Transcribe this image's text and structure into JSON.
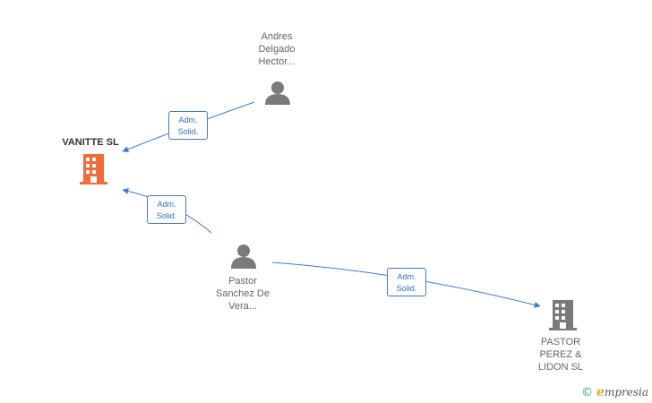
{
  "colors": {
    "edge": "#3a7bd5",
    "company_main": "#f26b3a",
    "company_other": "#7a7a7a",
    "person": "#7a7a7a"
  },
  "nodes": {
    "vanitte": {
      "label": "VANITTE SL",
      "icon": "building-icon"
    },
    "pastor_perez": {
      "label": "PASTOR\nPEREZ &\nLIDON SL",
      "icon": "building-icon"
    },
    "andres": {
      "label": "Andres\nDelgado\nHector...",
      "icon": "person-icon"
    },
    "pastor_sanchez": {
      "label": "Pastor\nSanchez De\nVera...",
      "icon": "person-icon"
    }
  },
  "edges": [
    {
      "id": "andres-vanitte",
      "tag_line1": "Adm.",
      "tag_line2": "Solid."
    },
    {
      "id": "sanchez-vanitte",
      "tag_line1": "Adm.",
      "tag_line2": "Solid."
    },
    {
      "id": "sanchez-perez",
      "tag_line1": "Adm.",
      "tag_line2": "Solid."
    }
  ],
  "brand": {
    "copyright": "©",
    "name_initial": "e",
    "name_rest": "mpresia"
  }
}
